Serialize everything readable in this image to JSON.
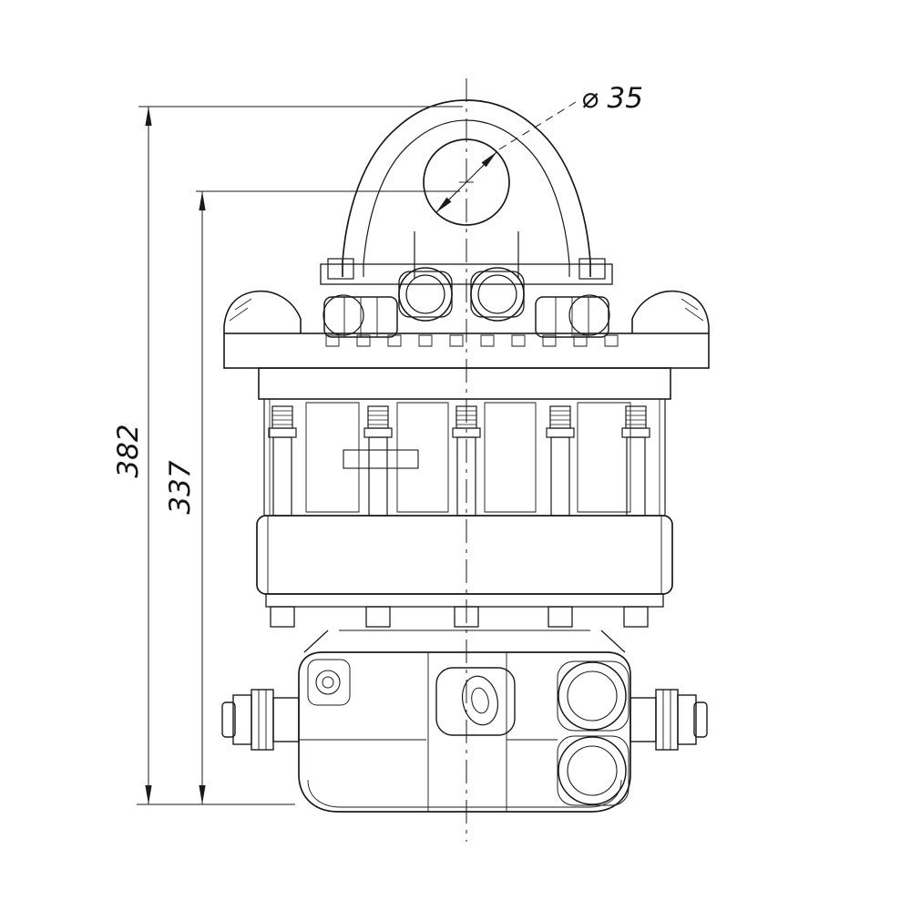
{
  "page": {
    "background": "#ffffff",
    "stroke_color": "#1a1a1a"
  },
  "drawing": {
    "labels": {
      "overall_height": "382",
      "upper_height": "337",
      "hole_diameter": "⌀ 35"
    }
  }
}
